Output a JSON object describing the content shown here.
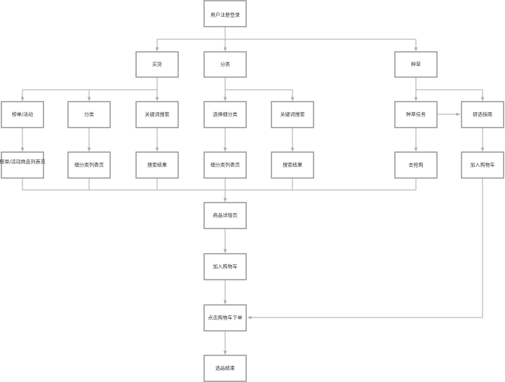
{
  "nodes": {
    "register": "用户注册登录",
    "buy": "买货",
    "category": "分类",
    "fishing": "种草",
    "ranking": "榜单/活动",
    "buy_category": "分类",
    "buy_keyword": "关键词搜索",
    "select_subcategory": "选择细分类",
    "cat_keyword": "关键词搜索",
    "fishing_task": "种草任务",
    "guide": "研选指南",
    "ranking_list": "榜单/活动商品列表页",
    "subcat_list": "细分类列表页",
    "search_result": "搜索结果",
    "subcat_list2": "细分类列表页",
    "search_result2": "搜索结果",
    "go_buy": "去抢购",
    "add_cart_guide": "加入购物车",
    "product_detail": "商品详情页",
    "add_cart": "加入购物车",
    "checkout": "点击购物车下单",
    "done": "选品结束"
  }
}
